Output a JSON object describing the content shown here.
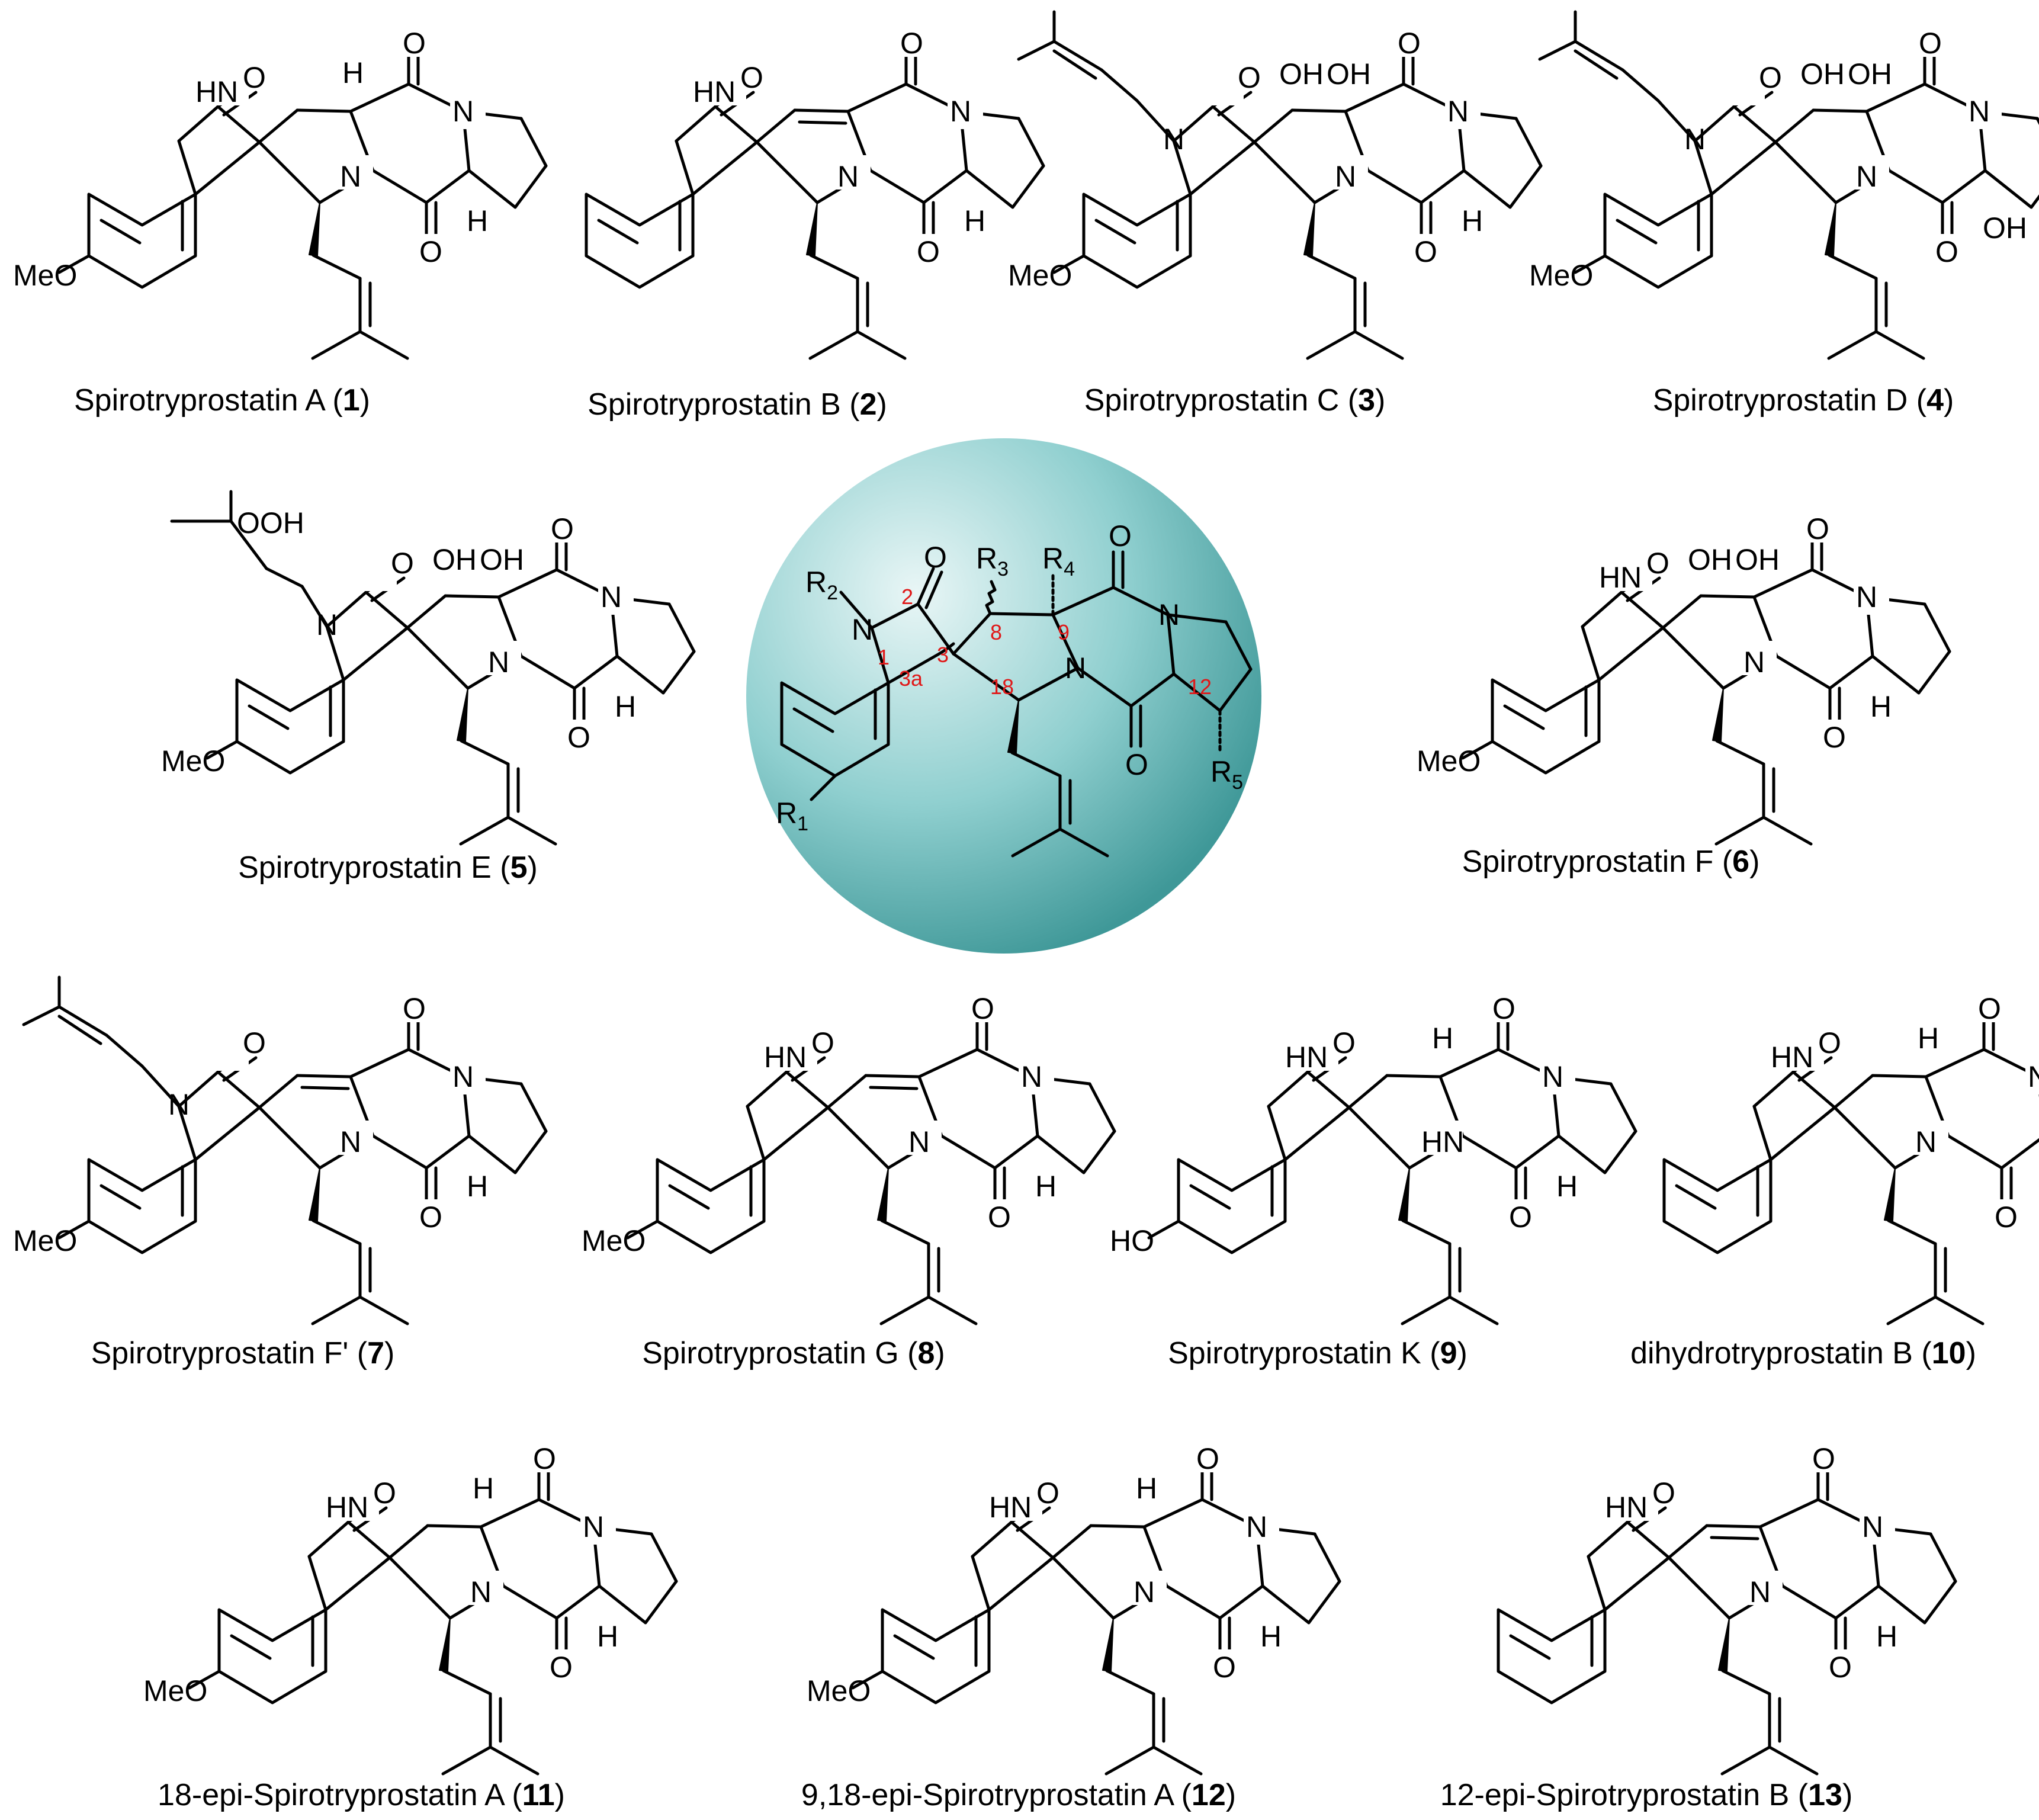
{
  "atoms": {
    "nh": "HN",
    "o": "O",
    "n": "N",
    "h": "H",
    "oh": "OH",
    "ho": "HO",
    "meo": "MeO",
    "ooh": "OOH",
    "r": "R"
  },
  "core": {
    "substituents": {
      "r1": {
        "symbol": "R",
        "index": "1"
      },
      "r2": {
        "symbol": "R",
        "index": "2"
      },
      "r3": {
        "symbol": "R",
        "index": "3"
      },
      "r4": {
        "symbol": "R",
        "index": "4"
      },
      "r5": {
        "symbol": "R",
        "index": "5"
      }
    },
    "numbering": [
      "1",
      "2",
      "3",
      "3a",
      "8",
      "9",
      "18",
      "12"
    ],
    "sphere_colors": {
      "center": "#e9f6f6",
      "mid": "#8fcfcf",
      "edge": "#3f9898"
    }
  },
  "compounds": [
    {
      "name": "Spirotryprostatin A",
      "number": "1"
    },
    {
      "name": "Spirotryprostatin B",
      "number": "2"
    },
    {
      "name": "Spirotryprostatin C",
      "number": "3"
    },
    {
      "name": "Spirotryprostatin D",
      "number": "4"
    },
    {
      "name": "Spirotryprostatin E",
      "number": "5"
    },
    {
      "name": "Spirotryprostatin F",
      "number": "6"
    },
    {
      "name": "Spirotryprostatin F'",
      "number": "7"
    },
    {
      "name": "Spirotryprostatin G",
      "number": "8"
    },
    {
      "name": "Spirotryprostatin K",
      "number": "9"
    },
    {
      "name": "dihydrotryprostatin B",
      "number": "10"
    },
    {
      "name": "18-epi-Spirotryprostatin A",
      "number": "11"
    },
    {
      "name": "9,18-epi-Spirotryprostatin A",
      "number": "12"
    },
    {
      "name": "12-epi-Spirotryprostatin B",
      "number": "13"
    }
  ]
}
